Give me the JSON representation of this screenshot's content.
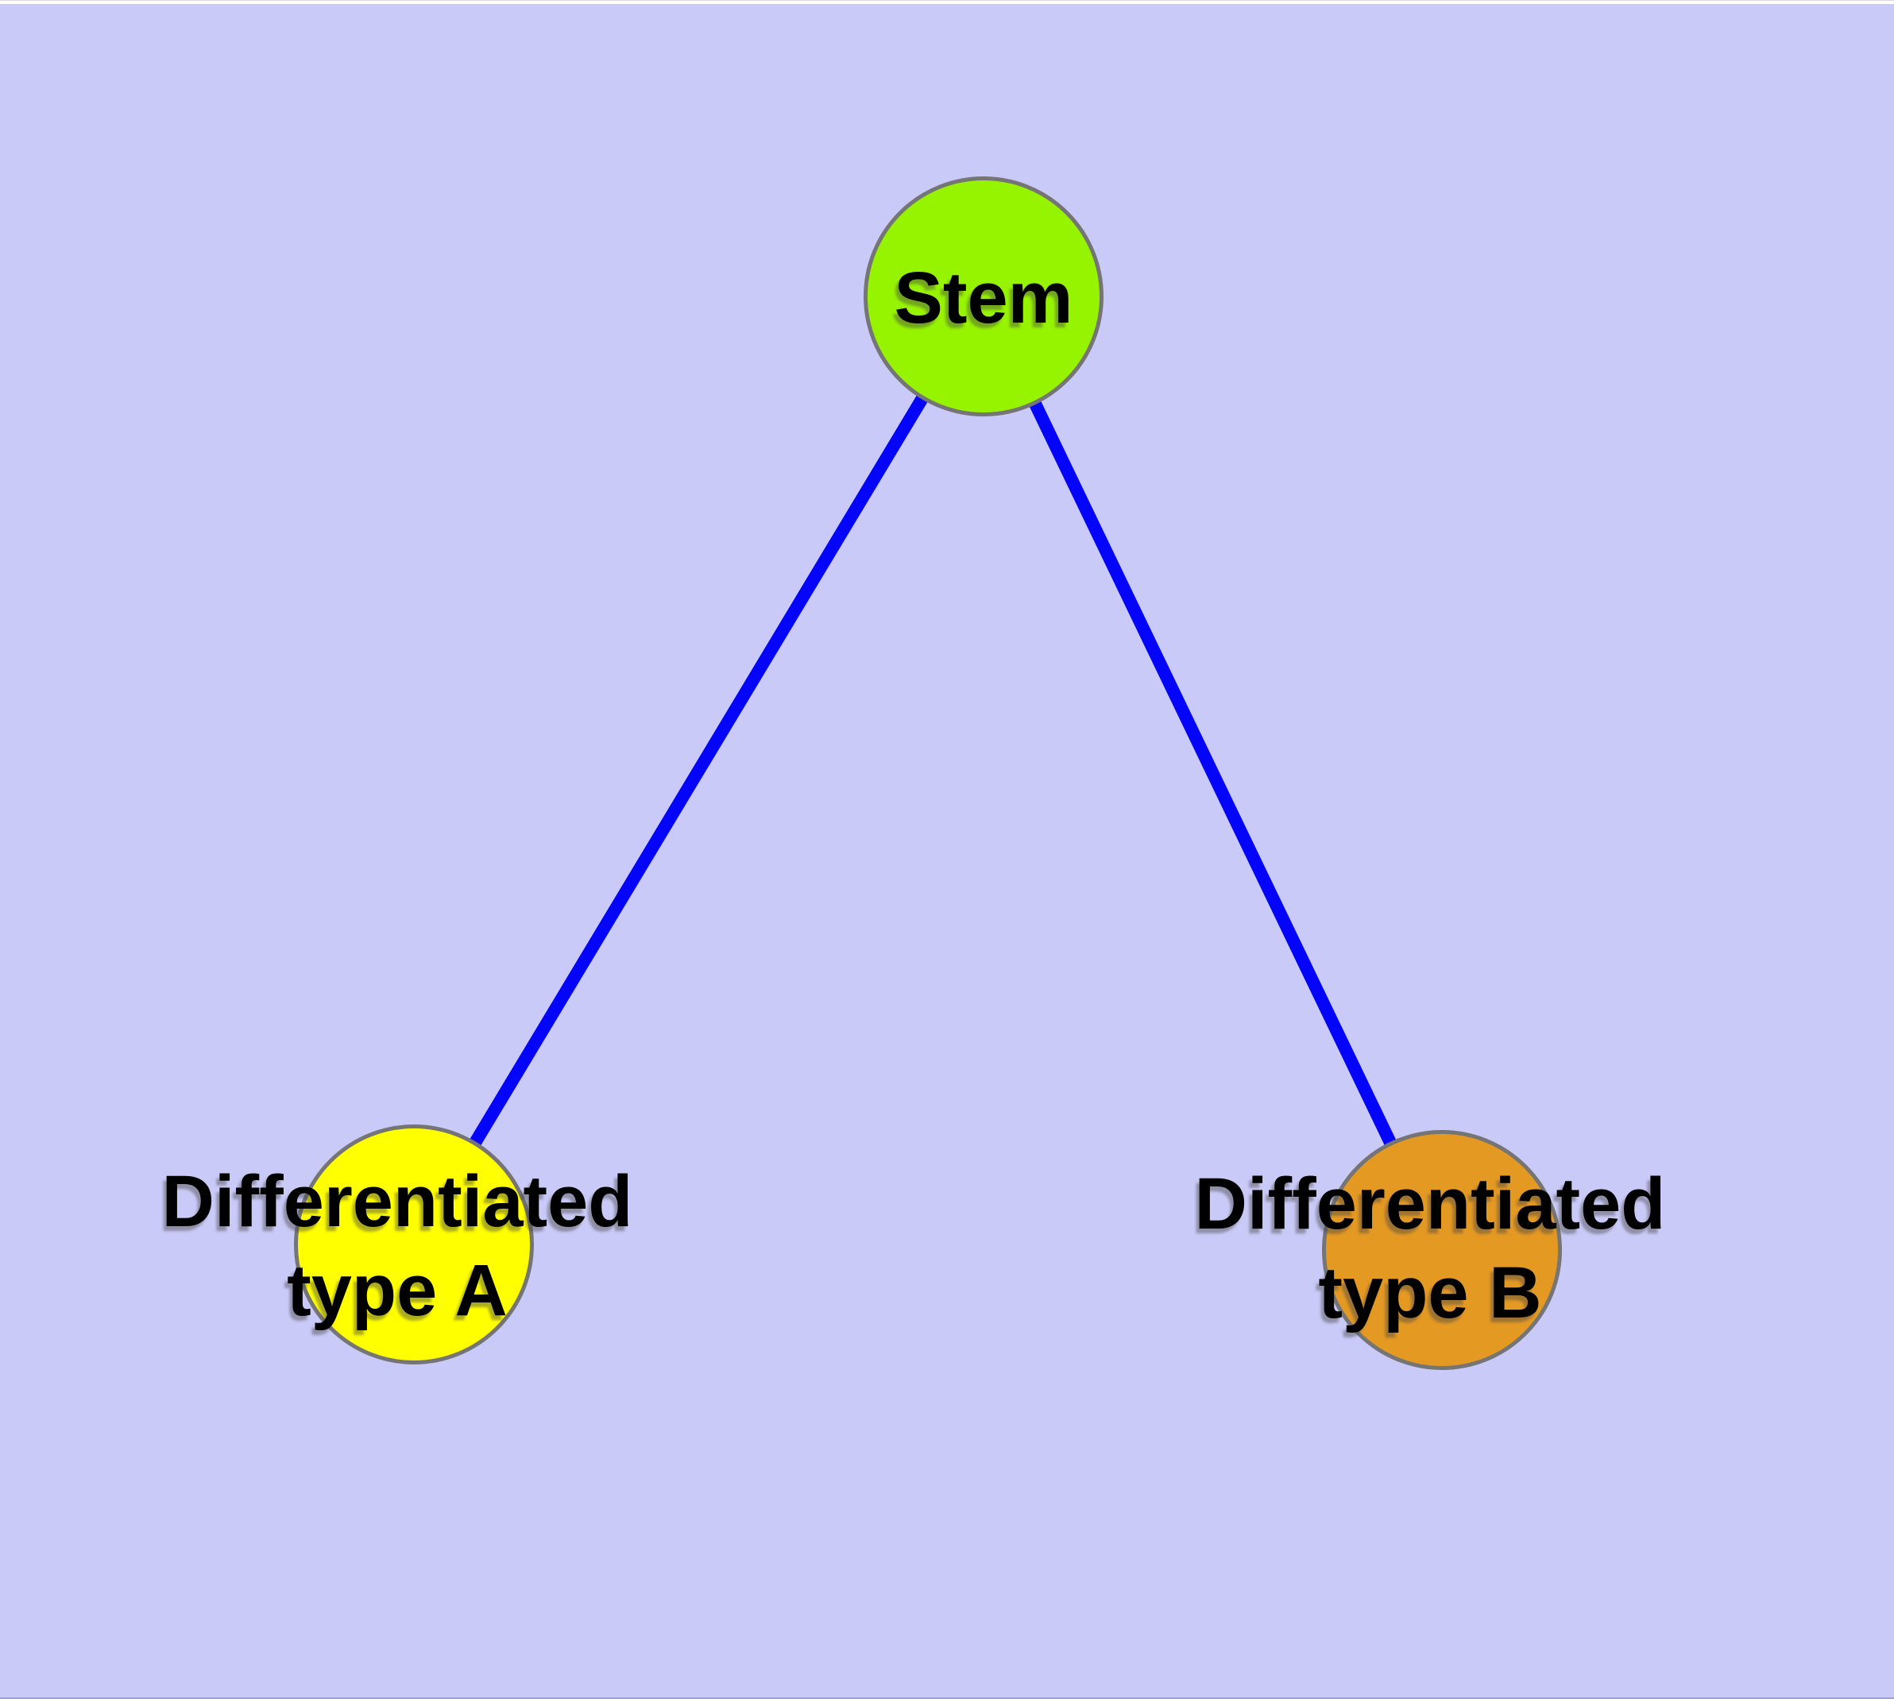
{
  "diagram": {
    "background_color": "#CACAF8",
    "edge_color": "#0404FA",
    "node_border_color": "#757575",
    "label_color": "#000000",
    "nodes": {
      "stem": {
        "label": "Stem",
        "fill": "#97F400"
      },
      "type_a": {
        "label_line1": "Differentiated",
        "label_line2": "type A",
        "fill": "#FFFF00"
      },
      "type_b": {
        "label_line1": "Differentiated",
        "label_line2": "type B",
        "fill": "#E49923"
      }
    },
    "edges": [
      {
        "from": "Stem",
        "to": "Differentiated type A"
      },
      {
        "from": "Stem",
        "to": "Differentiated type B"
      }
    ]
  }
}
